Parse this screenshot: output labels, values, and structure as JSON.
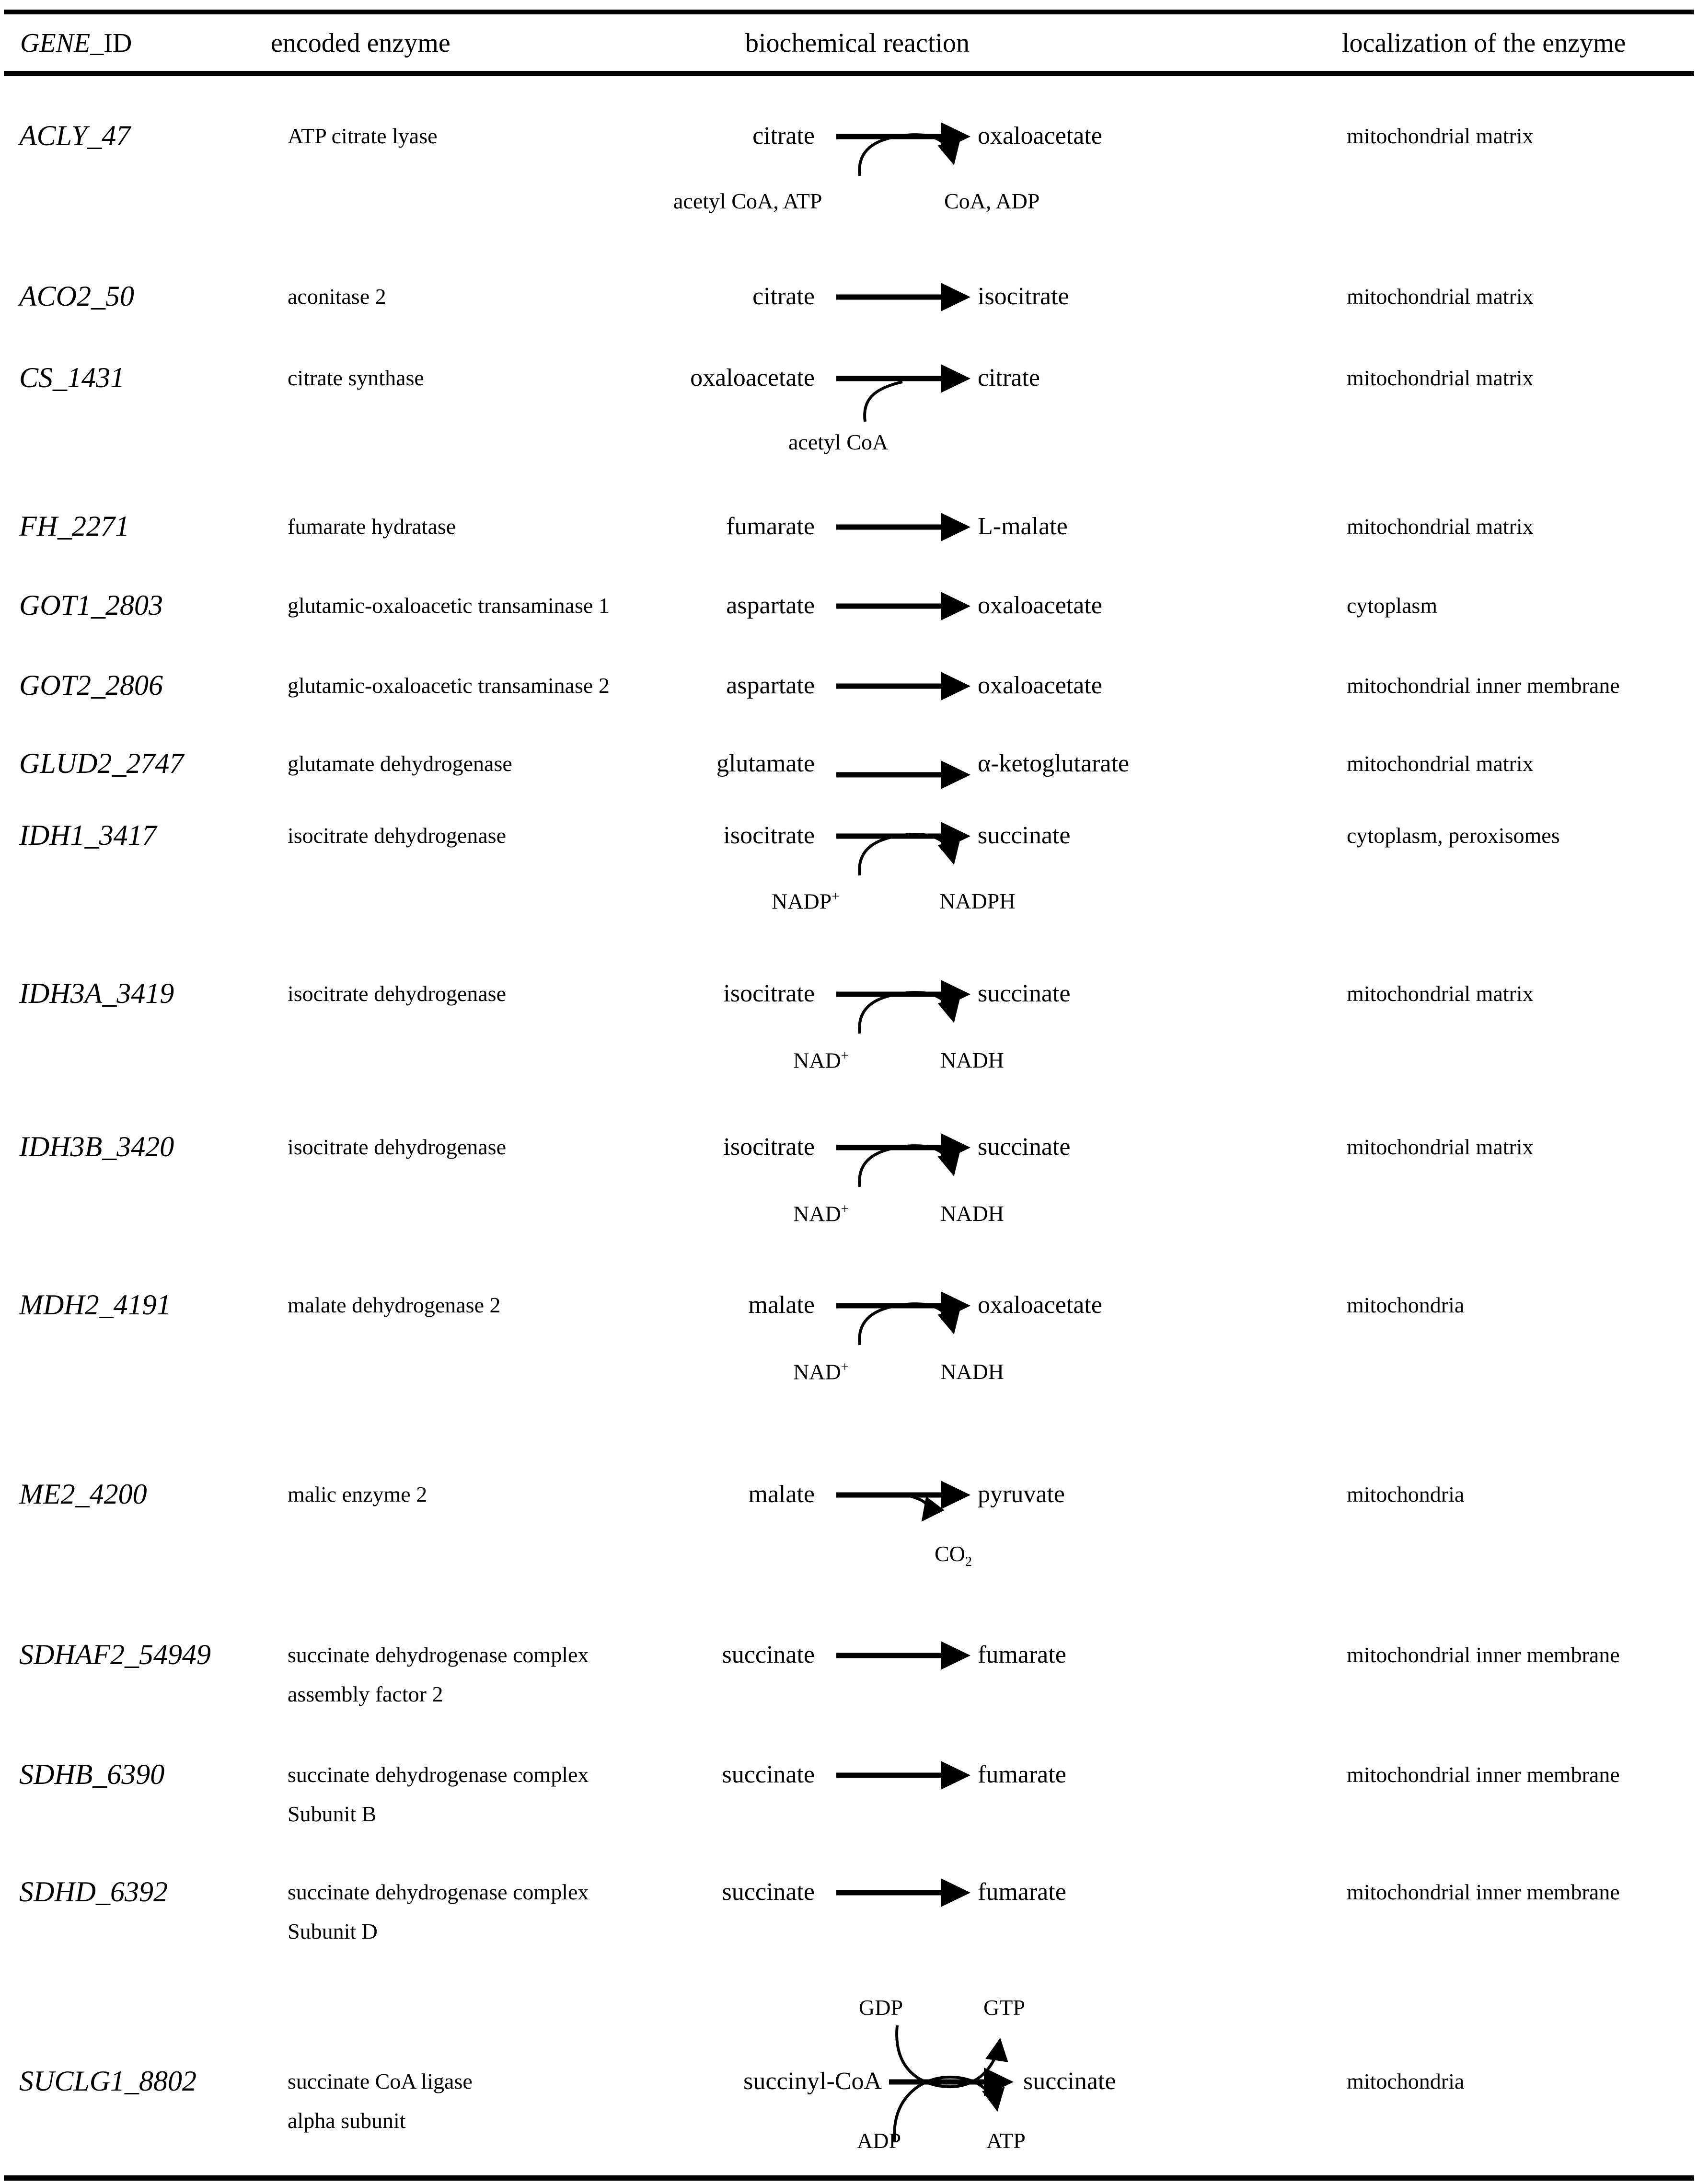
{
  "header": {
    "col1_italic": "GENE",
    "col1_rest": "_ID",
    "col2": "encoded enzyme",
    "col3": "biochemical reaction",
    "col4": "localization of the enzyme"
  },
  "colors": {
    "ink": "#000000",
    "background": "#ffffff"
  },
  "rows": [
    {
      "gene": "ACLY_47",
      "enzyme": [
        "ATP citrate lyase"
      ],
      "reaction": {
        "substrate": "citrate",
        "product": "oxaloacetate",
        "arrow": "arc-pair",
        "labels": [
          "acetyl CoA, ATP",
          "CoA, ADP"
        ]
      },
      "localization": "mitochondrial matrix"
    },
    {
      "gene": "ACO2_50",
      "enzyme": [
        "aconitase 2"
      ],
      "reaction": {
        "substrate": "citrate",
        "product": "isocitrate",
        "arrow": "plain",
        "labels": []
      },
      "localization": "mitochondrial matrix"
    },
    {
      "gene": "CS_1431",
      "enzyme": [
        "citrate synthase"
      ],
      "reaction": {
        "substrate": "oxaloacetate",
        "product": "citrate",
        "arrow": "arc-in",
        "labels": [
          "acetyl CoA"
        ]
      },
      "localization": "mitochondrial matrix"
    },
    {
      "gene": "FH_2271",
      "enzyme": [
        "fumarate hydratase"
      ],
      "reaction": {
        "substrate": "fumarate",
        "product": "L-malate",
        "arrow": "plain",
        "labels": []
      },
      "localization": "mitochondrial matrix"
    },
    {
      "gene": "GOT1_2803",
      "enzyme": [
        "glutamic-oxaloacetic transaminase 1"
      ],
      "reaction": {
        "substrate": "aspartate",
        "product": "oxaloacetate",
        "arrow": "plain",
        "labels": []
      },
      "localization": "cytoplasm"
    },
    {
      "gene": "GOT2_2806",
      "enzyme": [
        "glutamic-oxaloacetic transaminase 2"
      ],
      "reaction": {
        "substrate": "aspartate",
        "product": "oxaloacetate",
        "arrow": "plain",
        "labels": []
      },
      "localization": "mitochondrial inner membrane"
    },
    {
      "gene": "GLUD2_2747",
      "enzyme": [
        "glutamate dehydrogenase"
      ],
      "reaction": {
        "substrate": "glutamate",
        "product": "α-ketoglutarate",
        "arrow": "plain-low",
        "labels": []
      },
      "localization": "mitochondrial matrix"
    },
    {
      "gene": "IDH1_3417",
      "enzyme": [
        "isocitrate dehydrogenase"
      ],
      "reaction": {
        "substrate": "isocitrate",
        "product": "succinate",
        "arrow": "arc-pair",
        "labels": [
          "NADP^+",
          "NADPH"
        ]
      },
      "localization": "cytoplasm, peroxisomes"
    },
    {
      "gene": "IDH3A_3419",
      "enzyme": [
        "isocitrate dehydrogenase"
      ],
      "reaction": {
        "substrate": "isocitrate",
        "product": "succinate",
        "arrow": "arc-pair",
        "labels": [
          "NAD^+",
          "NADH"
        ]
      },
      "localization": "mitochondrial matrix"
    },
    {
      "gene": "IDH3B_3420",
      "enzyme": [
        "isocitrate dehydrogenase"
      ],
      "reaction": {
        "substrate": "isocitrate",
        "product": "succinate",
        "arrow": "arc-pair",
        "labels": [
          "NAD^+",
          "NADH"
        ]
      },
      "localization": "mitochondrial matrix"
    },
    {
      "gene": "MDH2_4191",
      "enzyme": [
        "malate dehydrogenase 2"
      ],
      "reaction": {
        "substrate": "malate",
        "product": "oxaloacetate",
        "arrow": "arc-pair",
        "labels": [
          "NAD^+",
          "NADH"
        ]
      },
      "localization": "mitochondria"
    },
    {
      "gene": "ME2_4200",
      "enzyme": [
        "malic enzyme 2"
      ],
      "reaction": {
        "substrate": "malate",
        "product": "pyruvate",
        "arrow": "arc-out",
        "labels": [
          "CO_2"
        ]
      },
      "localization": "mitochondria"
    },
    {
      "gene": "SDHAF2_54949",
      "enzyme": [
        "succinate dehydrogenase complex",
        "assembly factor 2"
      ],
      "reaction": {
        "substrate": "succinate",
        "product": "fumarate",
        "arrow": "plain",
        "labels": []
      },
      "localization": "mitochondrial inner membrane"
    },
    {
      "gene": "SDHB_6390",
      "enzyme": [
        "succinate dehydrogenase complex",
        "Subunit B"
      ],
      "reaction": {
        "substrate": "succinate",
        "product": "fumarate",
        "arrow": "plain",
        "labels": []
      },
      "localization": "mitochondrial inner membrane"
    },
    {
      "gene": "SDHD_6392",
      "enzyme": [
        "succinate dehydrogenase complex",
        "Subunit D"
      ],
      "reaction": {
        "substrate": "succinate",
        "product": "fumarate",
        "arrow": "plain",
        "labels": []
      },
      "localization": "mitochondrial inner membrane"
    },
    {
      "gene": "SUCLG1_8802",
      "enzyme": [
        "succinate CoA ligase",
        "alpha subunit"
      ],
      "reaction": {
        "substrate": "succinyl-CoA",
        "product": "succinate",
        "arrow": "double",
        "labels": [
          "GDP",
          "GTP",
          "ADP",
          "ATP"
        ]
      },
      "localization": "mitochondria"
    }
  ]
}
